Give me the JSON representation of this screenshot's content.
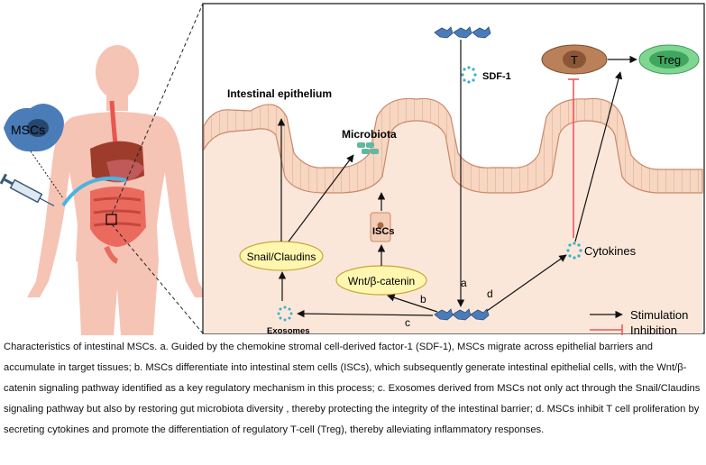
{
  "labels": {
    "mscs": "MSCs",
    "sdf1": "SDF-1",
    "intestinal_epithelium": "Intestinal epithelium",
    "microbiota": "Microbiota",
    "iscs": "ISCs",
    "snail_claudins": "Snail/Claudins",
    "wnt": "Wnt/β-catenin",
    "exosomes": "Exosomes",
    "cytokines": "Cytokines",
    "t_cell": "T",
    "treg": "Treg",
    "path_a": "a",
    "path_b": "b",
    "path_c": "c",
    "path_d": "d"
  },
  "legend": {
    "stimulation": "Stimulation",
    "inhibition": "Inhibition"
  },
  "colors": {
    "intestine_fill": "#f8dcc8",
    "intestine_stroke": "#c9896a",
    "msc_blue": "#4a7cb8",
    "t_cell": "#b9805a",
    "treg": "#5fbf78",
    "microbiota": "#5fb8a0",
    "node_yellow": "#fff6b0",
    "inhibition_red": "#e85a5a",
    "body_skin": "#f6c4b4"
  },
  "caption": "Characteristics of intestinal MSCs. a. Guided by the chemokine stromal cell-derived factor-1 (SDF-1), MSCs migrate across epithelial barriers and accumulate in target tissues; b. MSCs differentiate into intestinal stem cells (ISCs), which subsequently generate intestinal epithelial cells, with the Wnt/β-catenin signaling pathway identified as a key regulatory mechanism in this process; c. Exosomes derived from MSCs not only act through the Snail/Claudins signaling pathway but also by restoring gut microbiota diversity , thereby protecting the integrity of the intestinal barrier; d. MSCs inhibit T cell proliferation by secreting cytokines and promote the differentiation of regulatory T-cell (Treg), thereby alleviating inflammatory responses."
}
